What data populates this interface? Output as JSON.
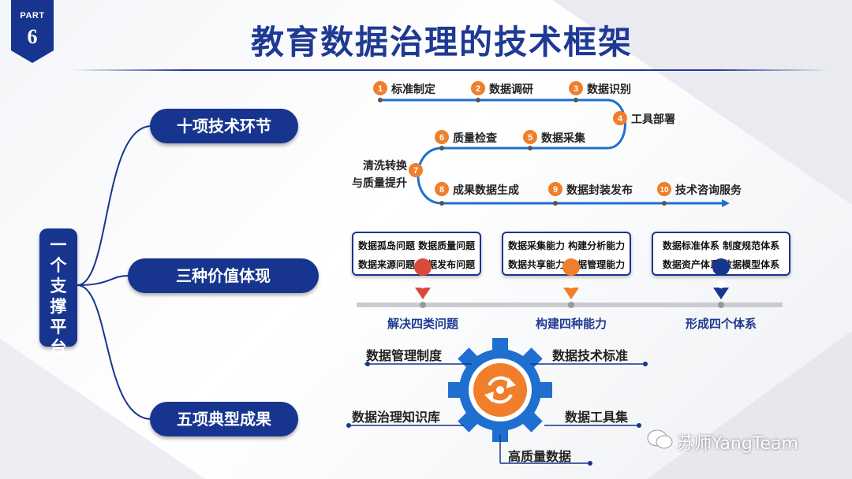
{
  "part": {
    "label": "PART",
    "number": "6"
  },
  "title": "教育数据治理的技术框架",
  "platform": "一个支撑平台",
  "branches": {
    "tech": "十项技术环节",
    "value": "三种价值体现",
    "results": "五项典型成果"
  },
  "steps": [
    {
      "num": "1",
      "label": "标准制定"
    },
    {
      "num": "2",
      "label": "数据调研"
    },
    {
      "num": "3",
      "label": "数据识别"
    },
    {
      "num": "4",
      "label": "工具部署"
    },
    {
      "num": "5",
      "label": "数据采集"
    },
    {
      "num": "6",
      "label": "质量检查"
    },
    {
      "num": "7",
      "label_line1": "清洗转换",
      "label_line2": "与质量提升"
    },
    {
      "num": "8",
      "label": "成果数据生成"
    },
    {
      "num": "9",
      "label": "数据封装发布"
    },
    {
      "num": "10",
      "label": "技术咨询服务"
    }
  ],
  "values": [
    {
      "row1": "数据孤岛问题 数据质量问题",
      "row2": "数据来源问题 数据发布问题",
      "label": "解决四类问题",
      "pin_color": "#d94a3c"
    },
    {
      "row1": "数据采集能力 构建分析能力",
      "row2": "数据共享能力 数据管理能力",
      "label": "构建四种能力",
      "pin_color": "#f07e2a"
    },
    {
      "row1": "数据标准体系 制度规范体系",
      "row2": "数据资产体系 数据模型体系",
      "label": "形成四个体系",
      "pin_color": "#17358f"
    }
  ],
  "results": [
    "数据管理制度",
    "数据技术标准",
    "数据治理知识库",
    "数据工具集",
    "高质量数据"
  ],
  "watermark": "苏师YangTeam",
  "colors": {
    "navy": "#17358f",
    "orange": "#f07e2a",
    "blue": "#1f6fd1"
  }
}
